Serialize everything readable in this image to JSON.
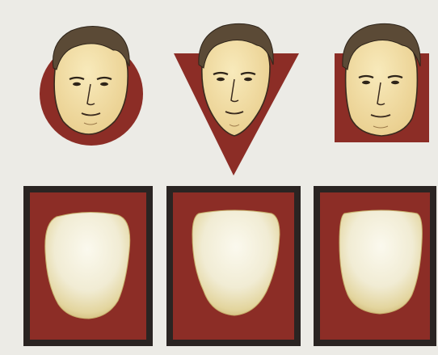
{
  "figure": {
    "background": "#ecebe6",
    "accent_color": "#8c2d26",
    "frame_color": "#2a2422",
    "skin_color": "#f3dfa8",
    "tooth_color": "#f4f0dc",
    "faces": [
      {
        "shape": "round",
        "icon": "round-face-icon",
        "backdrop": "circle"
      },
      {
        "shape": "triangular",
        "icon": "triangular-face-icon",
        "backdrop": "inverted-triangle"
      },
      {
        "shape": "square",
        "icon": "square-face-icon",
        "backdrop": "square"
      }
    ],
    "teeth": [
      {
        "shape": "ovoid",
        "icon": "ovoid-tooth-icon"
      },
      {
        "shape": "tapering",
        "icon": "tapering-tooth-icon"
      },
      {
        "shape": "square",
        "icon": "square-tooth-icon"
      }
    ]
  }
}
